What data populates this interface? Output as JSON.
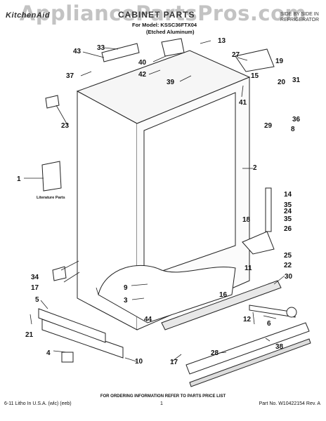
{
  "watermark": "AppliancePartsPros.com",
  "header": {
    "brand": "KitchenAid",
    "title": "CABINET PARTS",
    "model": "For Model: KSSC36FTX04",
    "subtitle": "(Etched Aluminum)",
    "product_line1": "SIDE BY SIDE IN",
    "product_line2": "REFRIGERATOR"
  },
  "callouts": [
    "43",
    "33",
    "40",
    "13",
    "27",
    "19",
    "37",
    "42",
    "39",
    "15",
    "20",
    "31",
    "41",
    "23",
    "29",
    "36",
    "8",
    "2",
    "1",
    "14",
    "35",
    "24",
    "35",
    "18",
    "26",
    "25",
    "22",
    "11",
    "34",
    "17",
    "30",
    "9",
    "16",
    "3",
    "12",
    "6",
    "44",
    "5",
    "21",
    "4",
    "10",
    "28",
    "17",
    "38"
  ],
  "literature_label": "Literature Parts",
  "footer": {
    "ordering": "FOR ORDERING INFORMATION REFER TO PARTS PRICE LIST",
    "litho": "6-11 Litho In U.S.A. (wlc) (eeb)",
    "page_number": "1",
    "part_no": "Part No. W10422154 Rev. A"
  }
}
